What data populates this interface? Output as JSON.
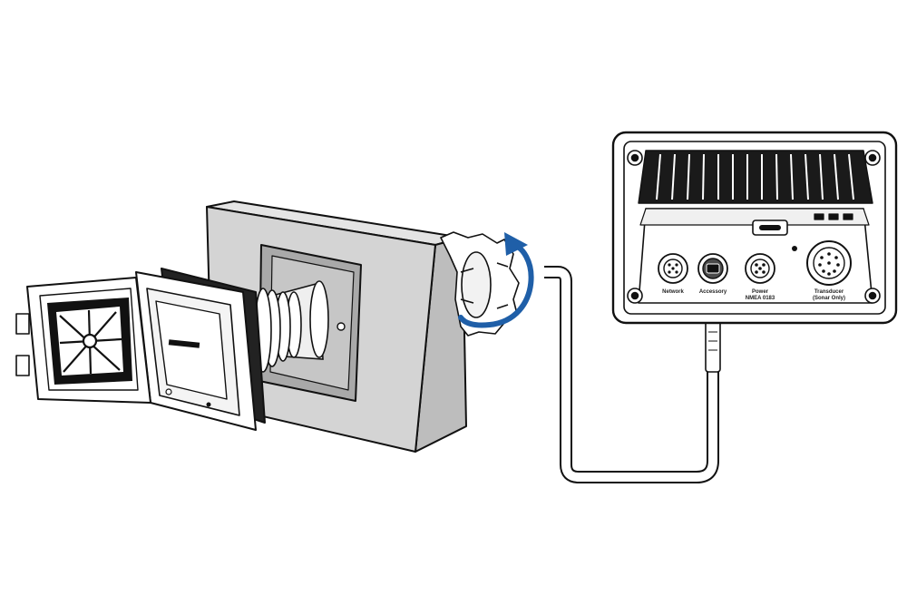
{
  "colors": {
    "line": "#111111",
    "panel_face": "#d4d4d4",
    "panel_side": "#bdbdbd",
    "panel_top": "#e4e4e4",
    "cutout": "#a9a9a9",
    "unit_body": "#ffffff",
    "heatsink": "#1a1a1a",
    "rotation_arrow": "#1f5fa8"
  },
  "icons": {
    "rotation": "clockwise-arrow-icon",
    "port_network": "network-port-icon",
    "port_accessory": "accessory-port-icon",
    "port_power": "power-port-icon",
    "port_transducer": "transducer-port-icon",
    "port_usb": "usb-c-port-icon"
  },
  "ports": {
    "network": [
      "Network"
    ],
    "accessory": [
      "Accessory"
    ],
    "power": [
      "Power",
      "NMEA 0183"
    ],
    "transducer": [
      "Transducer",
      "(Sonar Only)"
    ]
  }
}
